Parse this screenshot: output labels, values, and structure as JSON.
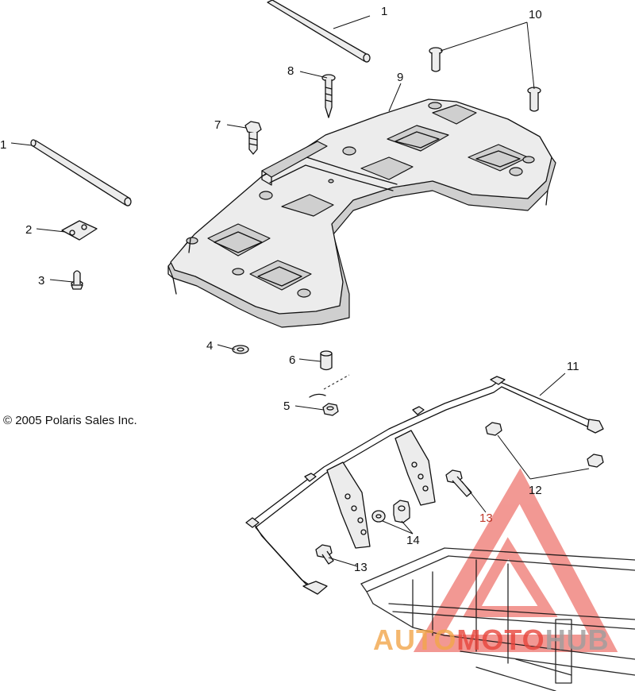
{
  "copyright": "© 2005 Polaris Sales Inc.",
  "callouts": [
    {
      "id": "c1a",
      "label": "1"
    },
    {
      "id": "c1b",
      "label": "1"
    },
    {
      "id": "c2",
      "label": "2"
    },
    {
      "id": "c3",
      "label": "3"
    },
    {
      "id": "c4",
      "label": "4"
    },
    {
      "id": "c5",
      "label": "5"
    },
    {
      "id": "c6",
      "label": "6"
    },
    {
      "id": "c7",
      "label": "7"
    },
    {
      "id": "c8",
      "label": "8"
    },
    {
      "id": "c9",
      "label": "9"
    },
    {
      "id": "c10",
      "label": "10"
    },
    {
      "id": "c11",
      "label": "11"
    },
    {
      "id": "c12",
      "label": "12"
    },
    {
      "id": "c13a",
      "label": "13"
    },
    {
      "id": "c13b",
      "label": "13"
    },
    {
      "id": "c14",
      "label": "14"
    }
  ],
  "watermark": {
    "part1": "AUTO",
    "part2": "MOTO",
    "part3": "HUB",
    "color_main": "#f2a64a",
    "color_accent": "#e8453c",
    "color_dark": "#bdbdbd"
  }
}
